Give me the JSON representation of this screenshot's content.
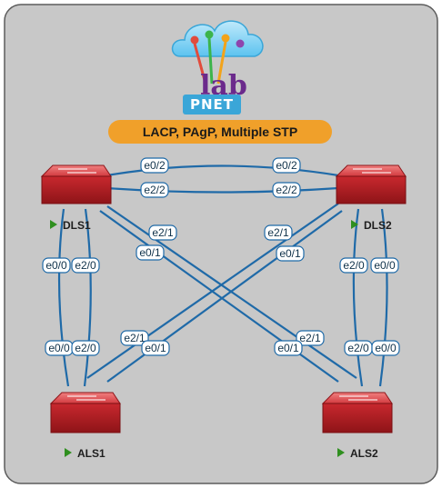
{
  "banner": {
    "title": "LACP, PAgP, Multiple STP"
  },
  "logo": {
    "brand": "PNET",
    "lab_word": "lab"
  },
  "devices": [
    {
      "id": "DLS1",
      "label": "DLS1",
      "status": "running"
    },
    {
      "id": "DLS2",
      "label": "DLS2",
      "status": "running"
    },
    {
      "id": "ALS1",
      "label": "ALS1",
      "status": "running"
    },
    {
      "id": "ALS2",
      "label": "ALS2",
      "status": "running"
    }
  ],
  "interfaces": {
    "dls1_top_1": "e0/2",
    "dls2_top_1": "e0/2",
    "dls1_top_2": "e2/2",
    "dls2_top_2": "e2/2",
    "dls1_diag_a": "e2/1",
    "dls1_diag_b": "e0/1",
    "dls2_diag_a": "e2/1",
    "dls2_diag_b": "e0/1",
    "dls1_down_a": "e0/0",
    "dls1_down_b": "e2/0",
    "dls2_down_a": "e2/0",
    "dls2_down_b": "e0/0",
    "als1_up_a": "e0/0",
    "als1_up_b": "e2/0",
    "als1_diag_a": "e2/1",
    "als1_diag_b": "e0/1",
    "als2_diag_a": "e2/1",
    "als2_diag_b": "e0/1",
    "als2_up_a": "e2/0",
    "als2_up_b": "e0/0"
  },
  "colors": {
    "background": "#c8c8c8",
    "link": "#1f6aa8",
    "switch": "#c0282d",
    "banner": "#f0a02a",
    "status_arrow": "#2f8f1f"
  }
}
